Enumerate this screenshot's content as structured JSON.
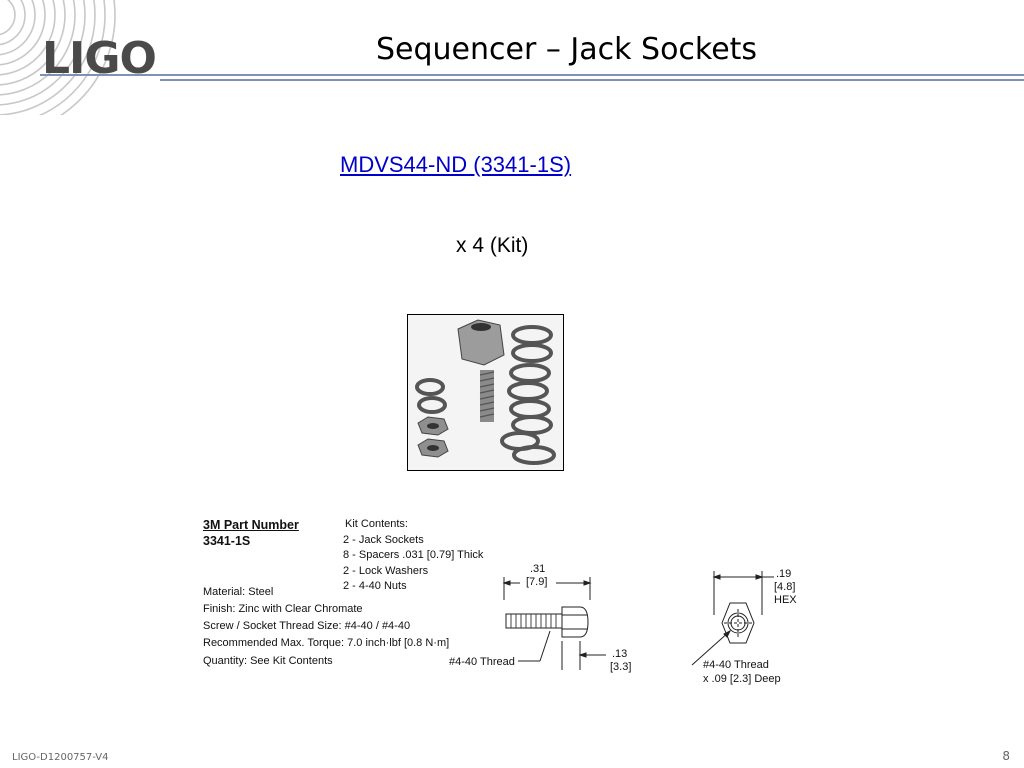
{
  "header": {
    "logo_text": "LIGO",
    "title": "Sequencer – Jack Sockets"
  },
  "main": {
    "part_link": "MDVS44-ND (3341-1S)",
    "quantity": "x 4 (Kit)"
  },
  "spec": {
    "part_number_heading": "3M Part Number",
    "part_number": "3341-1S",
    "kit_contents_heading": "Kit Contents:",
    "kit_items": [
      "2 - Jack Sockets",
      "8  - Spacers .031 [0.79] Thick",
      "2 - Lock Washers",
      "2 - 4-40 Nuts"
    ],
    "properties": [
      "Material: Steel",
      "Finish: Zinc with Clear Chromate",
      "Screw / Socket Thread Size: #4-40 / #4-40",
      "Recommended Max. Torque: 7.0 inch·lbf [0.8 N·m]",
      "Quantity: See Kit Contents"
    ]
  },
  "drawing": {
    "side_length": ".31",
    "side_length_mm": "[7.9]",
    "side_thread": "#4-40 Thread",
    "side_flange": ".13",
    "side_flange_mm": "[3.3]",
    "hex_size": ".19",
    "hex_size_mm": "[4.8]",
    "hex_label": "HEX",
    "end_thread": "#4-40 Thread",
    "end_depth": "x .09 [2.3] Deep"
  },
  "footer": {
    "doc_id": "LIGO-D1200757-V4",
    "page_number": "8"
  }
}
